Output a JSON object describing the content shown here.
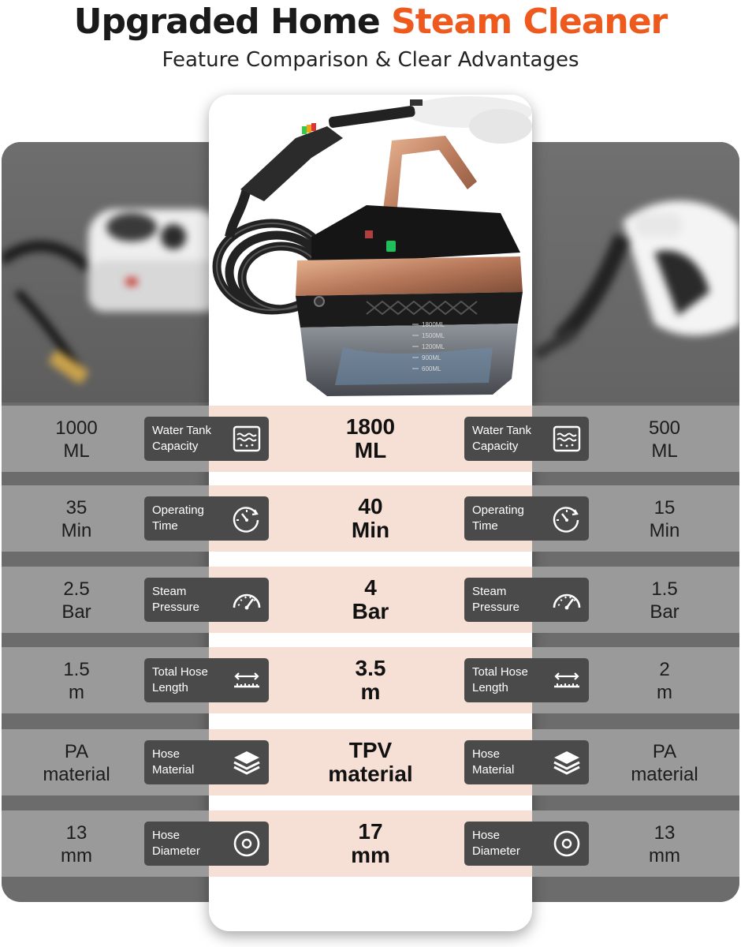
{
  "header": {
    "title_main": "Upgraded Home",
    "title_accent": "Steam Cleaner",
    "subtitle": "Feature Comparison & Clear Advantages"
  },
  "colors": {
    "accent": "#ee5a1e",
    "panel": "#6c6c6c",
    "row": "#9a9a9a",
    "highlight": "#f6dfd5",
    "badge": "#4a4a4a"
  },
  "product_tank_marks": [
    "1800ML",
    "1500ML",
    "1200ML",
    "900ML",
    "600ML"
  ],
  "rows": [
    {
      "label_lines": "Water Tank\nCapacity",
      "icon": "water-tank-icon",
      "left": "1000\nML",
      "center": "1800\nML",
      "right": "500\nML"
    },
    {
      "label_lines": "Operating\nTime",
      "icon": "timer-icon",
      "left": "35\nMin",
      "center": "40\nMin",
      "right": "15\nMin"
    },
    {
      "label_lines": "Steam\nPressure",
      "icon": "pressure-gauge-icon",
      "left": "2.5\nBar",
      "center": "4\nBar",
      "right": "1.5\nBar"
    },
    {
      "label_lines": "Total Hose\nLength",
      "icon": "length-ruler-icon",
      "left": "1.5\nm",
      "center": "3.5\nm",
      "right": "2\nm"
    },
    {
      "label_lines": "Hose\nMaterial",
      "icon": "layers-icon",
      "left": "PA\nmaterial",
      "center": "TPV\nmaterial",
      "right": "PA\nmaterial"
    },
    {
      "label_lines": "Hose\nDiameter",
      "icon": "diameter-icon",
      "left": "13\nmm",
      "center": "17\nmm",
      "right": "13\nmm"
    }
  ]
}
